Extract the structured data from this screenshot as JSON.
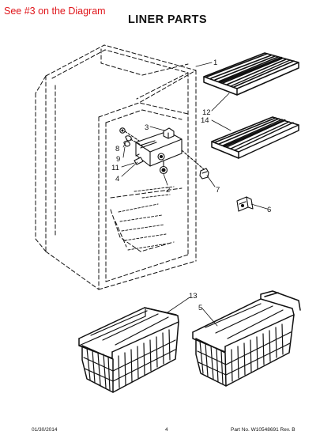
{
  "header": {
    "note": "See #3 on the Diagram",
    "title": "LINER PARTS"
  },
  "callouts": {
    "c1": "1",
    "c2": "2",
    "c3": "3",
    "c4": "4",
    "c5": "5",
    "c6": "6",
    "c7": "7",
    "c8": "8",
    "c9": "9",
    "c11": "11",
    "c12": "12",
    "c13": "13",
    "c14": "14"
  },
  "footer": {
    "date": "01/30/2014",
    "page": "4",
    "part_no": "Part No. W10548691  Rev. B"
  },
  "colors": {
    "note_red": "#e0161b",
    "line": "#111111"
  }
}
